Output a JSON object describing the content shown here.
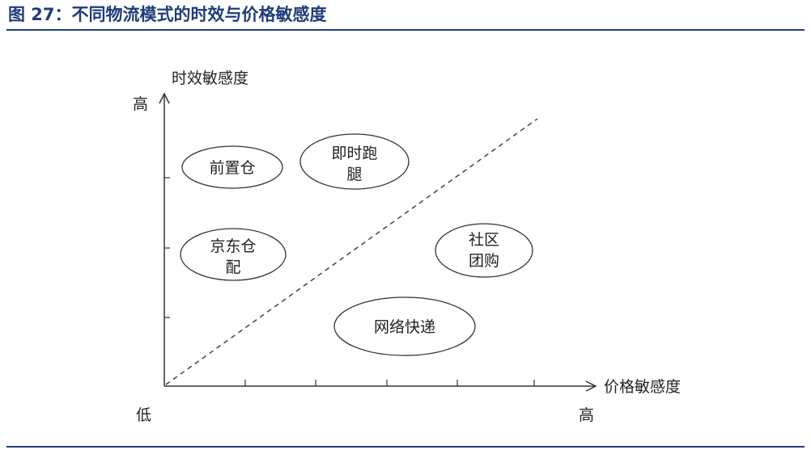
{
  "figure_title": "图 27：不同物流模式的时效与价格敏感度",
  "y_axis": {
    "name": "时效敏感度",
    "high": "高"
  },
  "x_axis": {
    "name": "价格敏感度",
    "low": "低",
    "high": "高"
  },
  "nodes": [
    {
      "id": "qianzhicang",
      "lines": [
        "前置仓"
      ]
    },
    {
      "id": "jishipaotui",
      "lines": [
        "即时跑",
        "腿"
      ]
    },
    {
      "id": "jingdongcangpei",
      "lines": [
        "京东仓",
        "配"
      ]
    },
    {
      "id": "shequtuangou",
      "lines": [
        "社区",
        "团购"
      ]
    },
    {
      "id": "wangluokuaidi",
      "lines": [
        "网络快递"
      ]
    }
  ]
}
